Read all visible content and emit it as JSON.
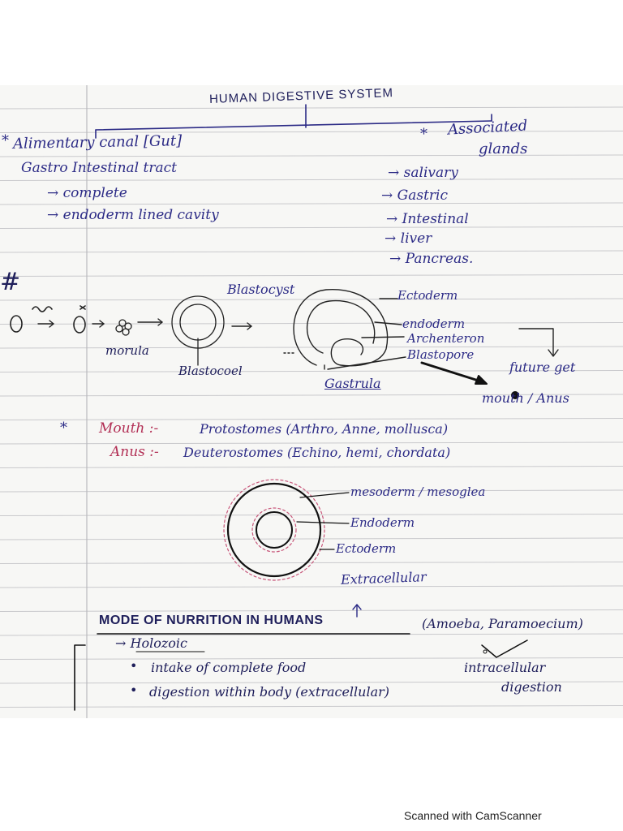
{
  "heading": {
    "title": "HUMAN DIGESTIVE SYSTEM"
  },
  "left_branch": {
    "marker": "*",
    "title": "Alimentary canal [Gut]",
    "subtitle": "Gastro Intestinal tract",
    "points": [
      "→ complete",
      "→ endoderm lined cavity"
    ]
  },
  "right_branch": {
    "marker": "*",
    "title_line1": "Associated",
    "title_line2": "glands",
    "items": [
      "→ salivary",
      "→ Gastric",
      "→ Intestinal",
      "→ liver",
      "→ Pancreas."
    ]
  },
  "embryo": {
    "hash_mark": "#",
    "stages": {
      "morula": "morula",
      "blastocyst": "Blastocyst",
      "blastocoel": "Blastocoel",
      "gastrula": "Gastrula"
    },
    "gastrula_labels": {
      "ectoderm": "Ectoderm",
      "endoderm": "endoderm",
      "archenteron": "Archenteron",
      "blastopore": "Blastopore"
    },
    "future": {
      "line1": "future get",
      "line2": "mouth / Anus"
    }
  },
  "stomes": {
    "marker": "*",
    "mouth_label": "Mouth :-",
    "mouth_text": "Protostomes (Arthro, Anne, mollusca)",
    "anus_label": "Anus :-",
    "anus_text": "Deuterostomes (Echino, hemi, chordata)"
  },
  "layers": {
    "labels": [
      "mesoderm / mesoglea",
      "Endoderm",
      "Ectoderm"
    ],
    "top_label": "Extracellular"
  },
  "nutrition": {
    "title": "MODE OF NURRITION IN HUMANS",
    "examples": "(Amoeba, Paramoecium)",
    "type": "→ Holozoic",
    "bullets": [
      "intake of complete food",
      "digestion within body (extracellular)"
    ],
    "side_note_line1": "intracellular",
    "side_note_line2": "digestion"
  },
  "footer": {
    "scanner_text": "Scanned with CamScanner"
  },
  "colors": {
    "ink_blue": "#2c2b86",
    "ink_red": "#b22f55",
    "ink_black": "#1e1e1e",
    "rule_line": "#c9c9cc",
    "margin_line": "#b9b9bd"
  }
}
